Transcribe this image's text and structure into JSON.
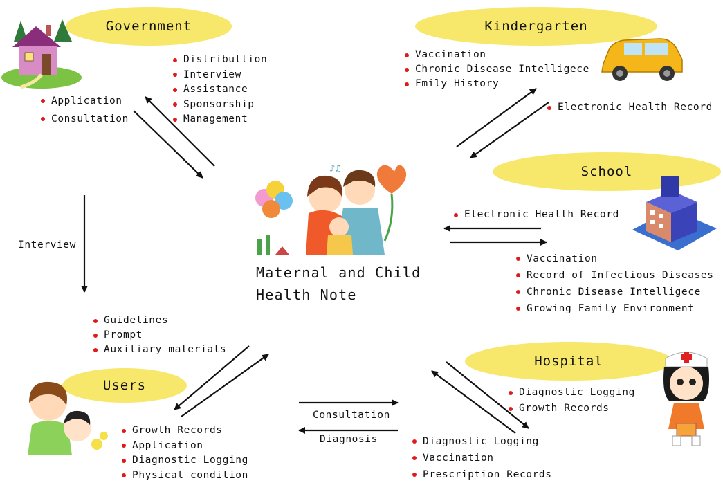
{
  "center": {
    "line1": "Maternal and Child",
    "line2": "Health Note"
  },
  "government": {
    "title": "Government",
    "left_items": [
      "Application",
      "Consultation"
    ],
    "right_items": [
      "Distributtion",
      "Interview",
      "Assistance",
      "Sponsorship",
      "Management"
    ]
  },
  "kindergarten": {
    "title": "Kindergarten",
    "items": [
      "Vaccination",
      "Chronic Disease Intelligece",
      "Fmily History"
    ],
    "record_items": [
      "Electronic Health Record"
    ]
  },
  "school": {
    "title": "School",
    "record_items": [
      "Electronic Health Record"
    ],
    "items": [
      "Vaccination",
      "Record of Infectious Diseases",
      "Chronic Disease Intelligece",
      "Growing Family Environment"
    ]
  },
  "interview_label": "Interview",
  "guide_items": [
    "Guidelines",
    "Prompt",
    "Auxiliary materials"
  ],
  "users": {
    "title": "Users",
    "items": [
      "Growth Records",
      "Application",
      "Diagnostic Logging",
      "Physical condition"
    ]
  },
  "hospital": {
    "title": "Hospital",
    "items": [
      "Diagnostic Logging",
      "Growth Records"
    ],
    "bottom_items": [
      "Diagnostic Logging",
      "Vaccination",
      "Prescription Records"
    ]
  },
  "flow": {
    "consultation": "Consultation",
    "diagnosis": "Diagnosis"
  },
  "colors": {
    "bubble": "#f7e76a",
    "bullet": "#e01a1a",
    "arrow": "#111111"
  }
}
